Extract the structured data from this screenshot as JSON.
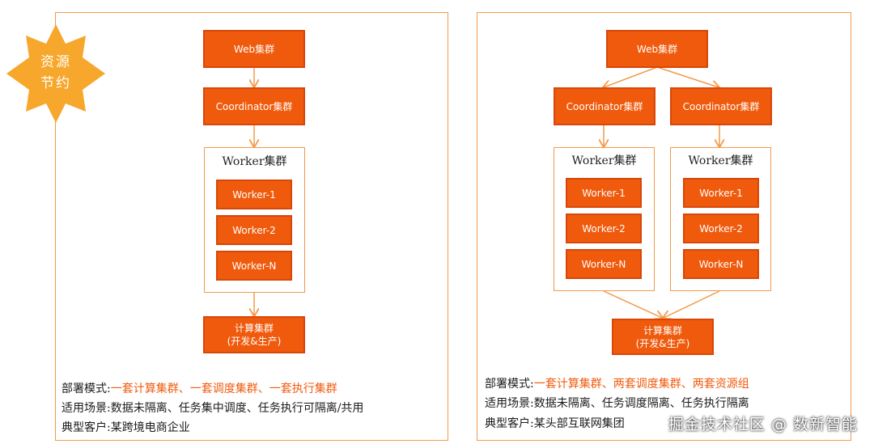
{
  "badge": {
    "line1": "资源",
    "line2": "节约"
  },
  "left": {
    "web": "Web集群",
    "coordinator": "Coordinator集群",
    "worker_title": "Worker集群",
    "workers": [
      "Worker-1",
      "Worker-2",
      "Worker-N"
    ],
    "compute_line1": "计算集群",
    "compute_line2": "(开发&生产)",
    "deploy_label": "部署模式:",
    "deploy_value": "一套计算集群、一套调度集群、一套执行集群",
    "scene": "适用场景:数据未隔离、任务集中调度、任务执行可隔离/共用",
    "customer": "典型客户:某跨境电商企业"
  },
  "right": {
    "web": "Web集群",
    "coordinators": [
      "Coordinator集群",
      "Coordinator集群"
    ],
    "worker_titles": [
      "Worker集群",
      "Worker集群"
    ],
    "workers_a": [
      "Worker-1",
      "Worker-2",
      "Worker-N"
    ],
    "workers_b": [
      "Worker-1",
      "Worker-2",
      "Worker-N"
    ],
    "compute_line1": "计算集群",
    "compute_line2": "(开发&生产)",
    "deploy_label": "部署模式:",
    "deploy_value": "一套计算集群、两套调度集群、两套资源组",
    "scene": "适用场景:数据未隔离、任务调度隔离、任务执行隔离",
    "customer": "典型客户:某头部互联网集团"
  },
  "watermark": "掘金技术社区 @ 数新智能",
  "colors": {
    "box": "#f05a0c",
    "line": "#f39a4a",
    "badge": "#f7a72b"
  }
}
